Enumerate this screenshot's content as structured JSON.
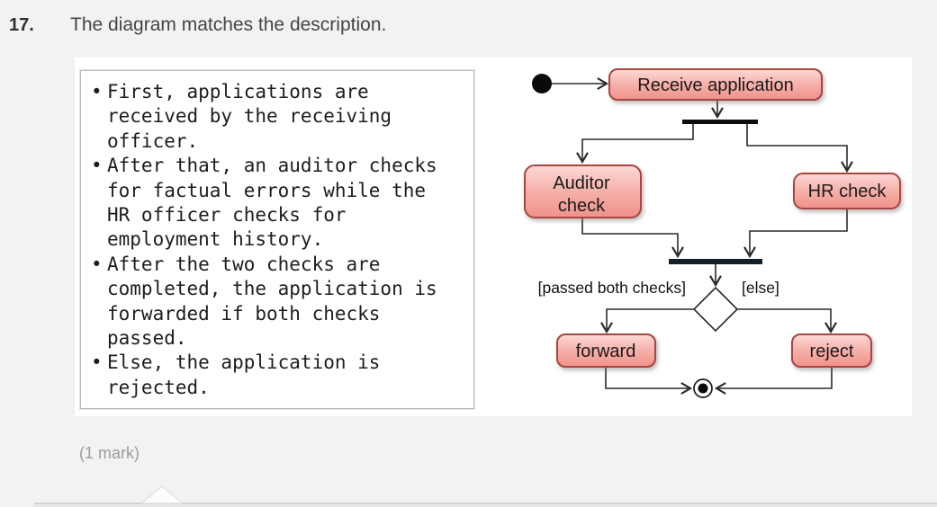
{
  "question": {
    "number": "17.",
    "text": "The diagram matches the description.",
    "marks": "(1 mark)"
  },
  "description_box": {
    "bullets": [
      {
        "marker": "•",
        "lines": [
          "First, applications are",
          "received by the receiving",
          "officer."
        ]
      },
      {
        "marker": "•",
        "lines": [
          "After that, an auditor checks",
          "for factual errors while the",
          "HR officer checks for",
          "employment history."
        ]
      },
      {
        "marker": "•",
        "lines": [
          "After the two checks are",
          "completed, the application is",
          "forwarded if both checks",
          "passed."
        ]
      },
      {
        "marker": "•",
        "lines": [
          "Else, the application is",
          "rejected."
        ]
      }
    ]
  },
  "diagram": {
    "type": "uml-activity-diagram",
    "nodes": {
      "receive": "Receive application",
      "auditor_line1": "Auditor",
      "auditor_line2": "check",
      "hr": "HR check",
      "forward": "forward",
      "reject": "reject"
    },
    "labels": {
      "passed": "[passed both checks]",
      "else": "[else]"
    },
    "colors": {
      "node_fill_top": "#fcdad7",
      "node_fill_mid": "#f6b0aa",
      "node_fill_bottom": "#ef9189",
      "node_border": "#a84540",
      "fork_join_bar": "#10181f",
      "flow_line": "#2a2a2a"
    }
  }
}
